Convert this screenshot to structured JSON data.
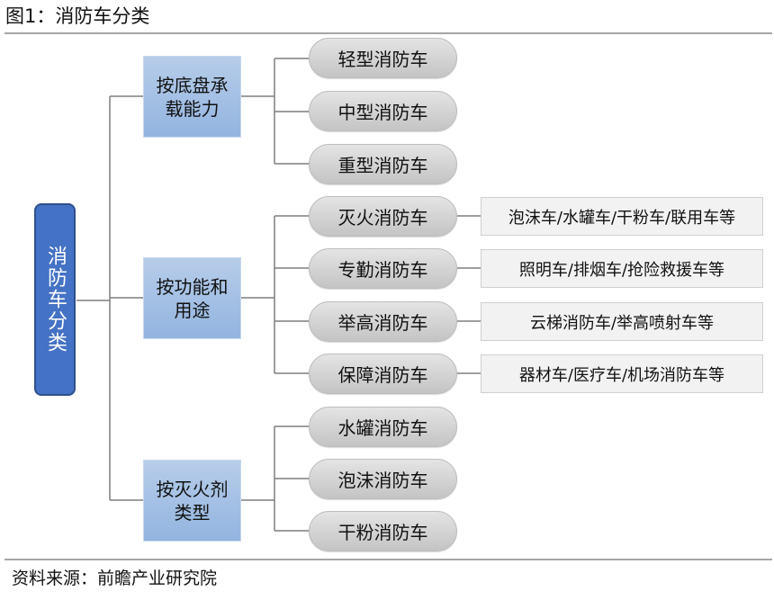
{
  "figure": {
    "title": "图1：消防车分类",
    "source": "资料来源：前瞻产业研究院"
  },
  "tree": {
    "root": {
      "label": "消防车分类"
    },
    "categories": [
      {
        "label": "按底盘承载能力",
        "children": [
          {
            "label": "轻型消防车"
          },
          {
            "label": "中型消防车"
          },
          {
            "label": "重型消防车"
          }
        ]
      },
      {
        "label": "按功能和用途",
        "children": [
          {
            "label": "灭火消防车",
            "detail": "泡沫车/水罐车/干粉车/联用车等"
          },
          {
            "label": "专勤消防车",
            "detail": "照明车/排烟车/抢险救援车等"
          },
          {
            "label": "举高消防车",
            "detail": "云梯消防车/举高喷射车等"
          },
          {
            "label": "保障消防车",
            "detail": "器材车/医疗车/机场消防车等"
          }
        ]
      },
      {
        "label": "按灭火剂类型",
        "children": [
          {
            "label": "水罐消防车"
          },
          {
            "label": "泡沫消防车"
          },
          {
            "label": "干粉消防车"
          }
        ]
      }
    ]
  },
  "colors": {
    "root_fill": "#4472c4",
    "category_fill": "#9dbbe3",
    "pill_fill": "#d4d4d4",
    "detail_fill": "#f2f2f2",
    "connector": "#7f7f7f"
  }
}
